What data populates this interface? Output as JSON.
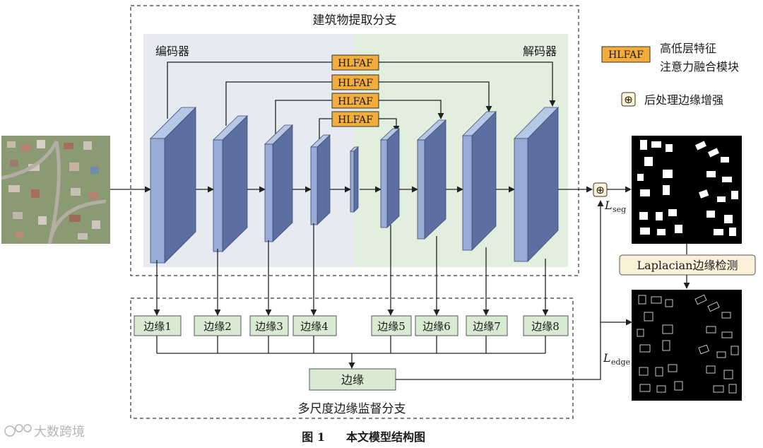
{
  "branches": {
    "building_title": "建筑物提取分支",
    "encoder_label": "编码器",
    "decoder_label": "解码器",
    "edge_title": "多尺度边缘监督分支"
  },
  "hlfaf_label": "HLFAF",
  "edge_boxes": [
    "边缘1",
    "边缘2",
    "边缘3",
    "边缘4",
    "边缘5",
    "边缘6",
    "边缘7",
    "边缘8"
  ],
  "edge_merge": "边缘",
  "legend": {
    "hlfaf_line1": "高低层特征",
    "hlfaf_line2": "注意力融合模块",
    "plus_symbol": "⊕",
    "plus_text": "后处理边缘增强"
  },
  "laplacian": "Laplacian边缘检测",
  "loss": {
    "seg_main": "L",
    "seg_sub": "seg",
    "edge_main": "L",
    "edge_sub": "edge"
  },
  "caption": {
    "fig": "图 1",
    "title": "本文模型结构图"
  },
  "watermark": "大数跨境",
  "colors": {
    "encoder_bg": "#e7eaf1",
    "decoder_bg": "#e3efde",
    "block_face": "#97acd6",
    "block_side": "#5d6fa1",
    "hlfaf_fill": "#f3ad3c",
    "edge_box_fill": "#d8ead2"
  }
}
